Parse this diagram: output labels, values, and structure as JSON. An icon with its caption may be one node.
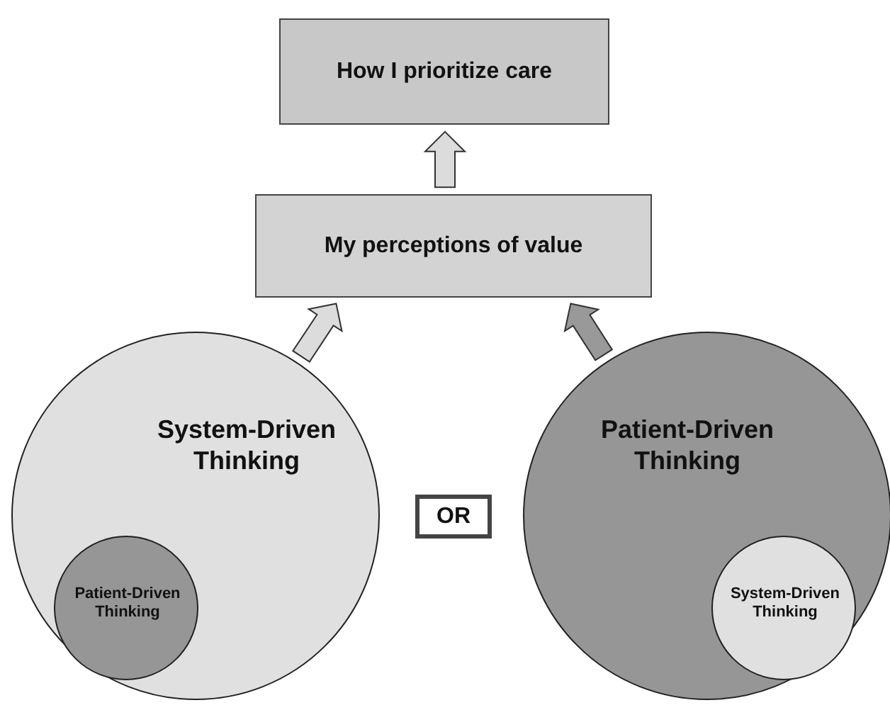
{
  "diagram": {
    "nodes": [
      {
        "text": [
          "How I prioritize care"
        ]
      },
      {
        "text": [
          "My perceptions of value"
        ]
      },
      {
        "text": [
          "System-Driven Thinking"
        ]
      },
      {
        "text": [
          "Patient-Driven Thinking"
        ],
        "in": 2
      },
      {
        "text": [
          "OR"
        ]
      },
      {
        "text": [
          "Patient-Driven Thinking"
        ]
      },
      {
        "text": [
          "System-Driven Thinking"
        ],
        "in": 5
      }
    ],
    "edges": [
      {
        "from": 2,
        "to": 1,
        "arrow": "to"
      },
      {
        "from": 5,
        "to": 1,
        "arrow": "to",
        "color": "#999999"
      },
      {
        "from": 1,
        "to": 0,
        "arrow": "to"
      }
    ]
  }
}
